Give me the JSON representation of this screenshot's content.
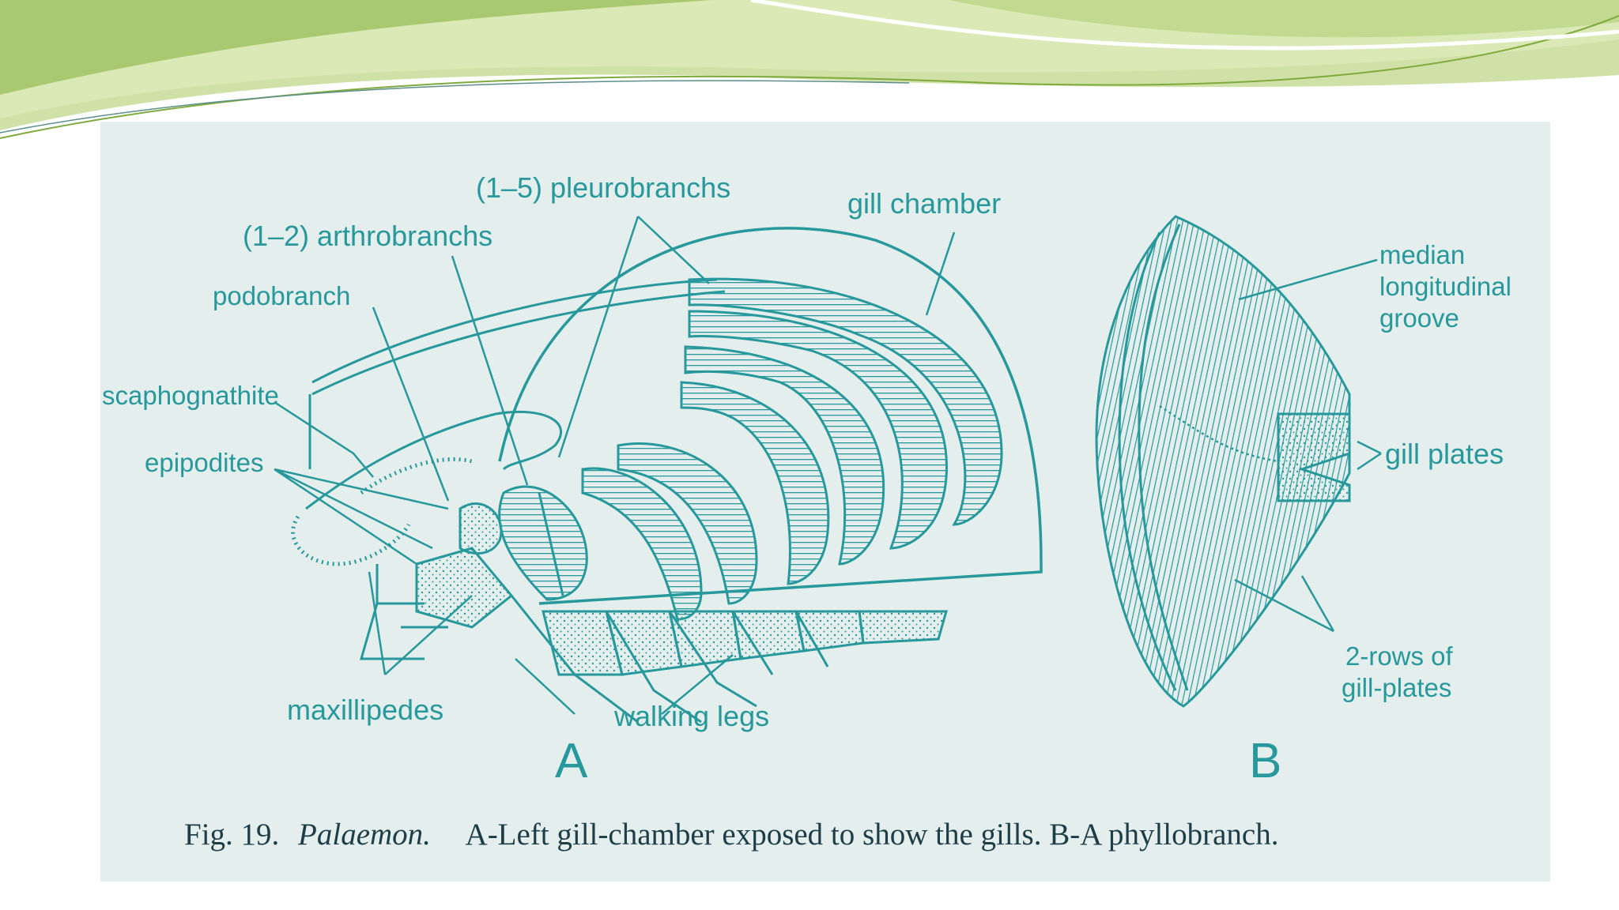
{
  "figure": {
    "labels": {
      "pleurobranchs": "(1–5) pleurobranchs",
      "gill_chamber": "gill chamber",
      "arthrobranchs": "(1–2) arthrobranchs",
      "podobranch": "podobranch",
      "scaphognathite": "scaphognathite",
      "epipodites": "epipodites",
      "maxillipedes": "maxillipedes",
      "walking_legs": "walking legs",
      "median": "median",
      "longitudinal": "longitudinal",
      "groove": "groove",
      "gill_plates": "gill plates",
      "two_rows_of": "2-rows of",
      "gill_plates_2": "gill-plates"
    },
    "panel_a_letter": "A",
    "panel_b_letter": "B",
    "caption": {
      "fig_number": "Fig. 19.",
      "genus": "Palaemon.",
      "text": "A-Left gill-chamber exposed to show the gills. B-A phyllobranch."
    }
  },
  "colors": {
    "ink": "#27989b",
    "paper": "#e4eeec",
    "caption_ink": "#1d3e48",
    "header_green": "#b9d48a"
  }
}
